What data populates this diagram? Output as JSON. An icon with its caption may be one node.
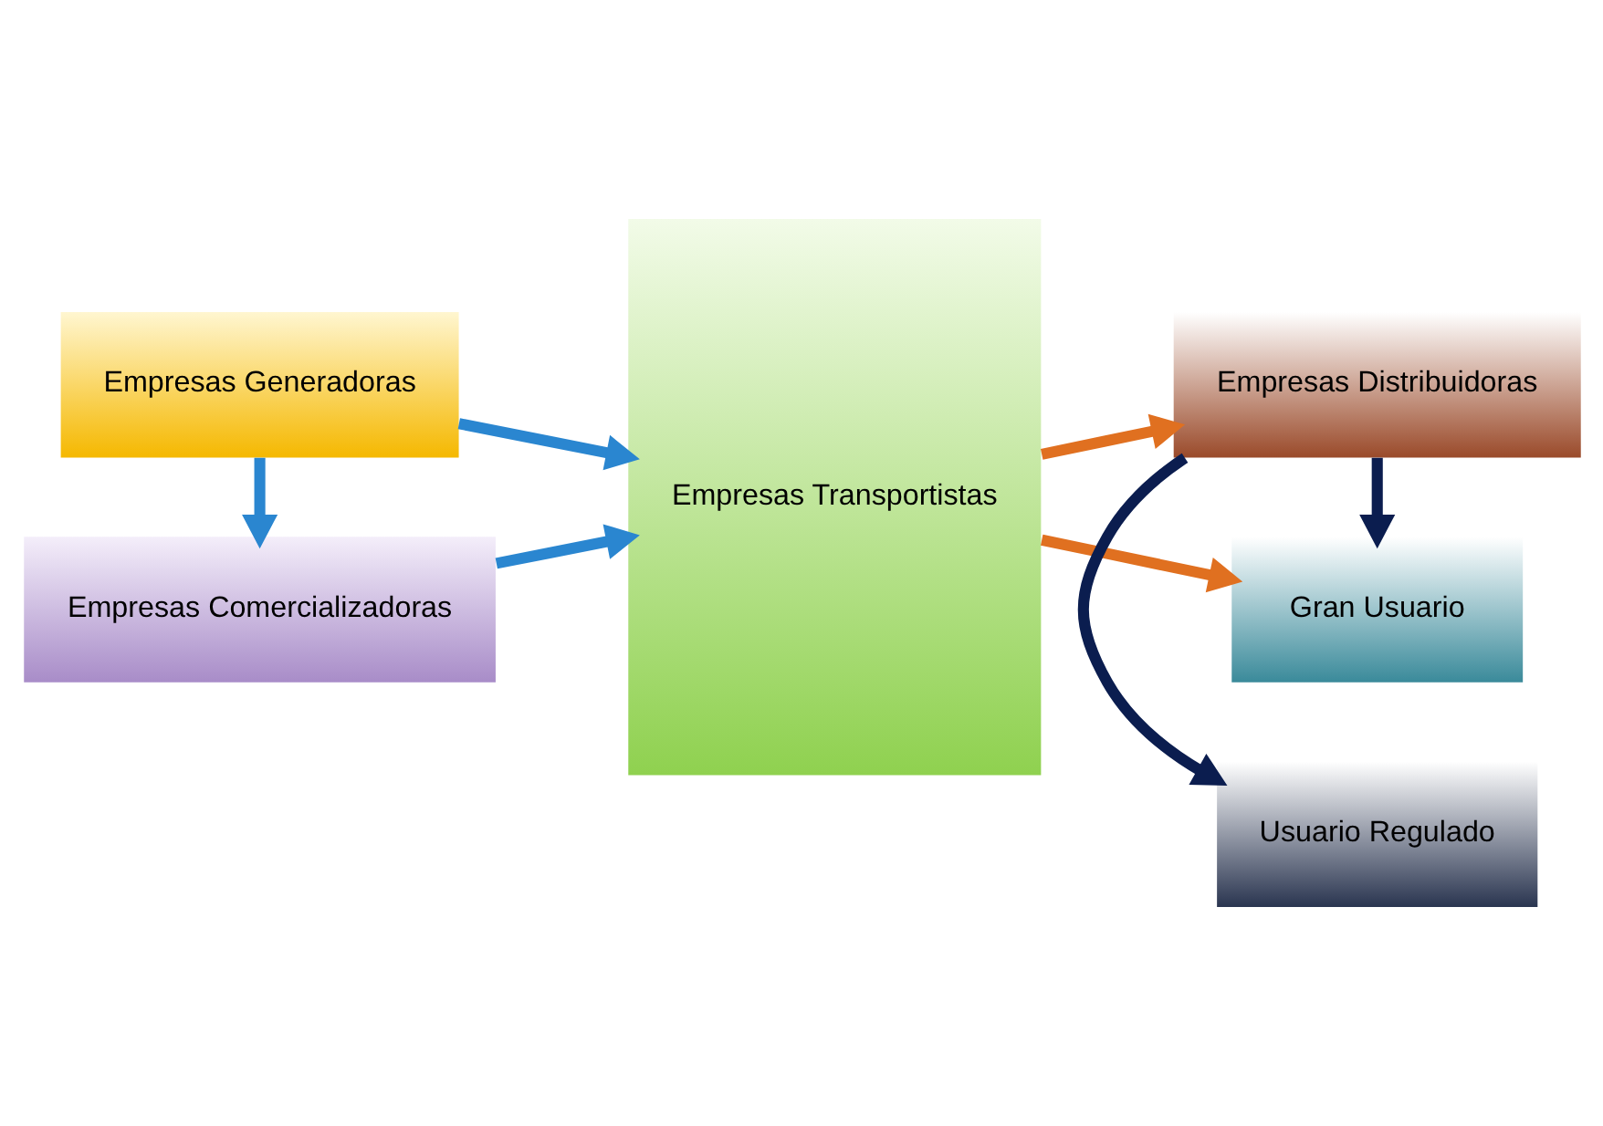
{
  "diagram": {
    "nodes": [
      {
        "text": [
          "Empresas Generadoras"
        ]
      },
      {
        "text": [
          "Empresas Comercializadoras"
        ]
      },
      {
        "text": [
          "Empresas Transportistas"
        ]
      },
      {
        "text": [
          "Usuario Regulado"
        ]
      },
      {
        "text": [
          "Empresas Distribuidoras"
        ]
      },
      {
        "text": [
          "Gran Usuario"
        ]
      }
    ],
    "edges": [
      {
        "from": 0,
        "to": 2,
        "arrow": "to"
      },
      {
        "from": 0,
        "to": 1,
        "arrow": "to"
      },
      {
        "from": 1,
        "to": 2,
        "arrow": "to"
      },
      {
        "from": 2,
        "to": 4,
        "arrow": "to",
        "color": "#e07020"
      },
      {
        "from": 2,
        "to": 5,
        "arrow": "to",
        "color": "#e07020"
      },
      {
        "from": 4,
        "to": 3,
        "arrow": "to",
        "color": "#0b1d4f"
      },
      {
        "from": 4,
        "to": 5,
        "arrow": "to",
        "color": "#0b1d4f"
      }
    ]
  }
}
